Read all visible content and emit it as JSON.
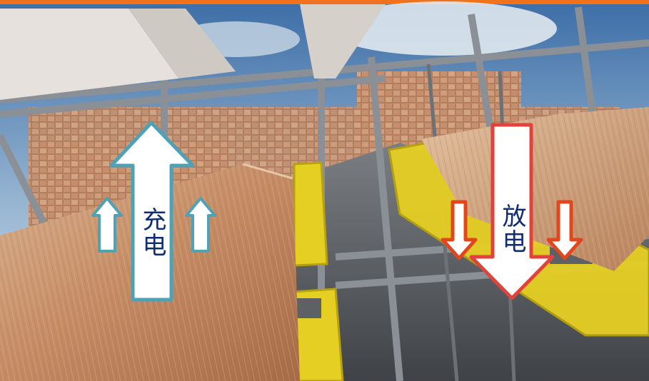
{
  "overlay": {
    "charge_label": "充电",
    "discharge_label": "放电"
  },
  "colors": {
    "top_bar": "#f0721c",
    "charge_arrow_outline": "#4fa2b6",
    "discharge_arrow_outline": "#e0433c",
    "small_down_arrow": "#e2461f",
    "label_text": "#0f2d72",
    "yellow_rail": "#e6cf23",
    "wood_panel": "#c8916a"
  },
  "icons": {
    "charge_big": "up-arrow",
    "charge_small": "up-arrow",
    "discharge_big": "down-arrow",
    "discharge_small": "down-arrow"
  }
}
